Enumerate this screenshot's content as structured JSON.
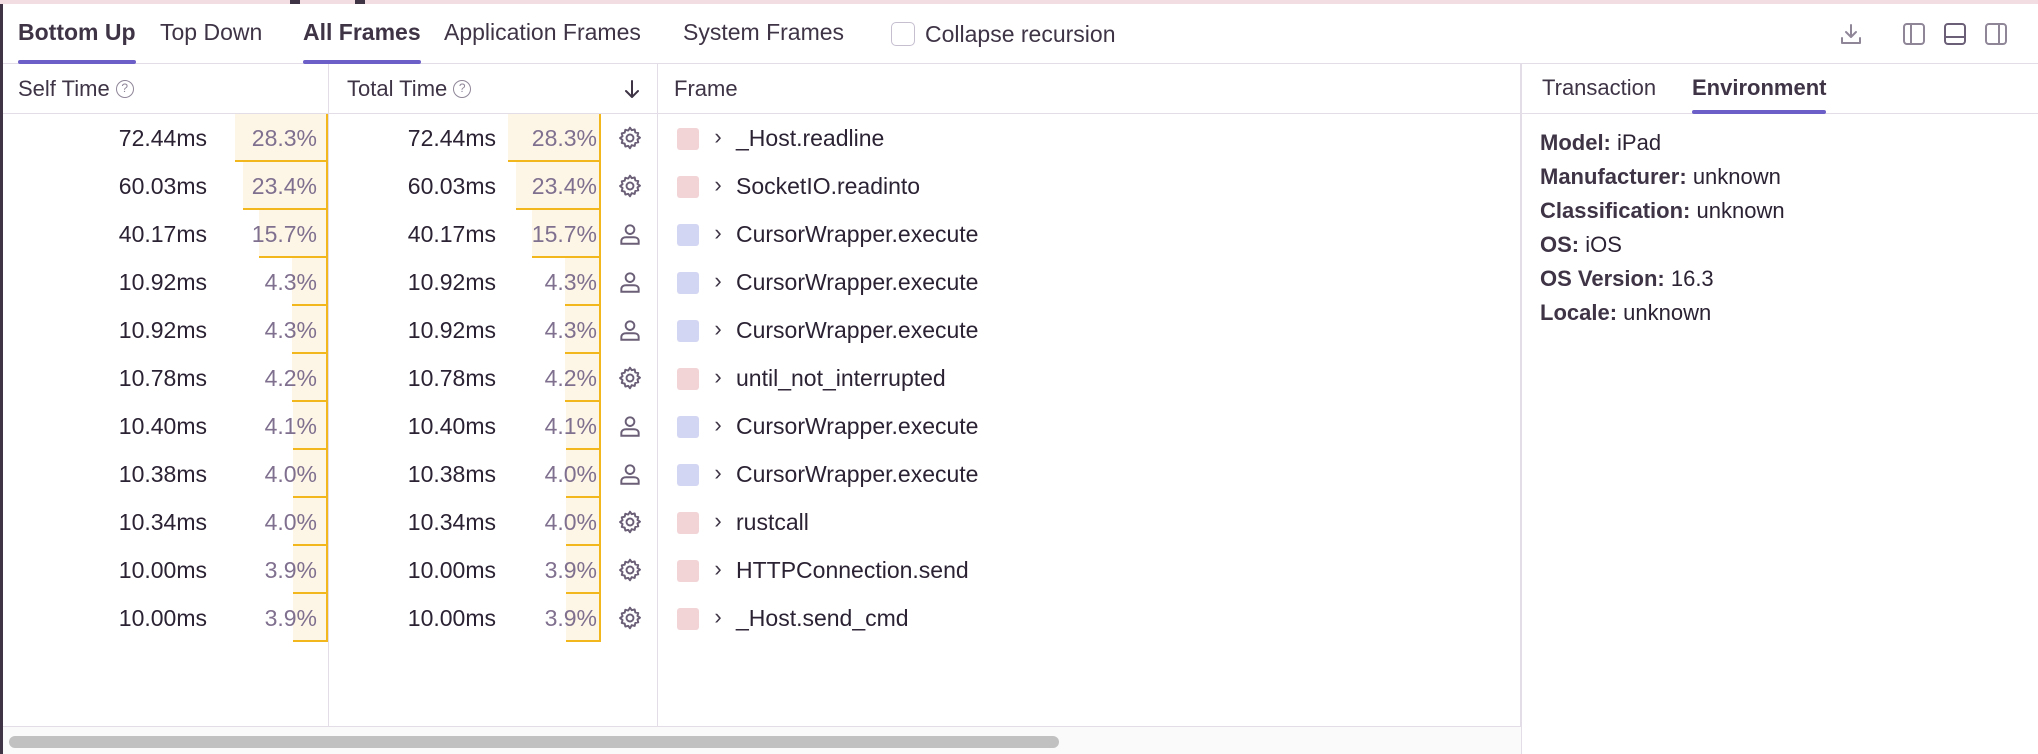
{
  "toolbar": {
    "view_tabs": [
      "Bottom Up",
      "Top Down"
    ],
    "frame_tabs": [
      "All Frames",
      "Application Frames",
      "System Frames"
    ],
    "collapse_recursion_label": "Collapse recursion",
    "collapse_recursion_checked": false,
    "icons": [
      "download-icon",
      "layout-left-icon",
      "layout-bottom-icon",
      "layout-right-icon"
    ]
  },
  "table": {
    "headers": {
      "self_time": "Self Time",
      "total_time": "Total Time",
      "frame": "Frame",
      "sort_icon": "arrow-down-icon"
    },
    "rows": [
      {
        "self_ms": "72.44ms",
        "self_pct": "28.3%",
        "pct_value": 28.3,
        "total_ms": "72.44ms",
        "total_pct": "28.3%",
        "kind": "system",
        "frame": "_Host.readline"
      },
      {
        "self_ms": "60.03ms",
        "self_pct": "23.4%",
        "pct_value": 23.4,
        "total_ms": "60.03ms",
        "total_pct": "23.4%",
        "kind": "system",
        "frame": "SocketIO.readinto"
      },
      {
        "self_ms": "40.17ms",
        "self_pct": "15.7%",
        "pct_value": 15.7,
        "total_ms": "40.17ms",
        "total_pct": "15.7%",
        "kind": "application",
        "frame": "CursorWrapper.execute"
      },
      {
        "self_ms": "10.92ms",
        "self_pct": "4.3%",
        "pct_value": 4.3,
        "total_ms": "10.92ms",
        "total_pct": "4.3%",
        "kind": "application",
        "frame": "CursorWrapper.execute"
      },
      {
        "self_ms": "10.92ms",
        "self_pct": "4.3%",
        "pct_value": 4.3,
        "total_ms": "10.92ms",
        "total_pct": "4.3%",
        "kind": "application",
        "frame": "CursorWrapper.execute"
      },
      {
        "self_ms": "10.78ms",
        "self_pct": "4.2%",
        "pct_value": 4.2,
        "total_ms": "10.78ms",
        "total_pct": "4.2%",
        "kind": "system",
        "frame": "until_not_interrupted"
      },
      {
        "self_ms": "10.40ms",
        "self_pct": "4.1%",
        "pct_value": 4.1,
        "total_ms": "10.40ms",
        "total_pct": "4.1%",
        "kind": "application",
        "frame": "CursorWrapper.execute"
      },
      {
        "self_ms": "10.38ms",
        "self_pct": "4.0%",
        "pct_value": 4.0,
        "total_ms": "10.38ms",
        "total_pct": "4.0%",
        "kind": "application",
        "frame": "CursorWrapper.execute"
      },
      {
        "self_ms": "10.34ms",
        "self_pct": "4.0%",
        "pct_value": 4.0,
        "total_ms": "10.34ms",
        "total_pct": "4.0%",
        "kind": "system",
        "frame": "rustcall"
      },
      {
        "self_ms": "10.00ms",
        "self_pct": "3.9%",
        "pct_value": 3.9,
        "total_ms": "10.00ms",
        "total_pct": "3.9%",
        "kind": "system",
        "frame": "HTTPConnection.send"
      },
      {
        "self_ms": "10.00ms",
        "self_pct": "3.9%",
        "pct_value": 3.9,
        "total_ms": "10.00ms",
        "total_pct": "3.9%",
        "kind": "system",
        "frame": "_Host.send_cmd"
      }
    ],
    "kind_icons": {
      "system": "gear-icon",
      "application": "user-icon"
    },
    "kind_colors": {
      "system": "#f2d3d6",
      "application": "#d3d6f2"
    }
  },
  "panel": {
    "tabs": [
      "Transaction",
      "Environment"
    ],
    "active_tab": "Environment",
    "environment": [
      {
        "key": "Model:",
        "value": "iPad"
      },
      {
        "key": "Manufacturer:",
        "value": "unknown"
      },
      {
        "key": "Classification:",
        "value": "unknown"
      },
      {
        "key": "OS:",
        "value": "iOS"
      },
      {
        "key": "OS Version:",
        "value": "16.3"
      },
      {
        "key": "Locale:",
        "value": "unknown"
      }
    ]
  },
  "colors": {
    "accent": "#6c5fc7",
    "bar_fill": "#fdf6e7",
    "bar_edge": "#f2b71d"
  }
}
